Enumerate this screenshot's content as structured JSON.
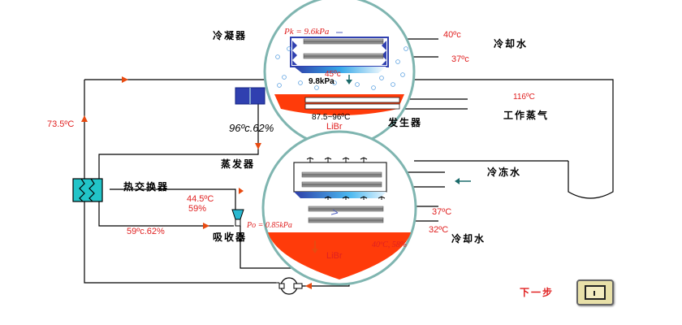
{
  "labels": {
    "condenser": "冷凝器",
    "cooling_water_top": "冷却水",
    "cooling_water_bottom": "冷却水",
    "generator": "发生器",
    "working_steam": "工作蒸气",
    "evaporator": "蒸发器",
    "chilled_water": "冷冻水",
    "heat_exchanger": "热交换器",
    "absorber": "吸收器",
    "next_step": "下一步"
  },
  "values": {
    "pk_pressure": "Pk = 9.6kPa",
    "cond_out_temp": "40ºc",
    "cond_in_temp": "37ºc",
    "cond_temp": "45ºc",
    "cond_pressure": "9.8kPa",
    "steam_temp": "116ºC",
    "gen_range": "87.5~96ºC",
    "libr_top": "LiBr",
    "gen_outlet": "96ºc.62%",
    "left_line_temp": "73.5ºC",
    "abs_in_temp": "44.5ºC",
    "abs_in_conc": "59%",
    "abs_pressure": "Po = 0.85kPa",
    "chill_temp_1": "37ºC",
    "chill_temp_2": "32ºC",
    "abs_bottom": "40ºC, 58%",
    "hx_out": "59ºc.62%",
    "libr_bottom": "LiBr"
  },
  "colors": {
    "vessel_outline": "#7fb5b0",
    "solution_red": "#ff3b0a",
    "dark_blue": "#3040b0",
    "pipe": "#000000",
    "label_red": "#e02020",
    "hx_cyan": "#22c4c8"
  },
  "icons": [
    "pump-icon",
    "throttle-valve-icon",
    "heat-exchanger-icon",
    "next-arrow-icon"
  ]
}
